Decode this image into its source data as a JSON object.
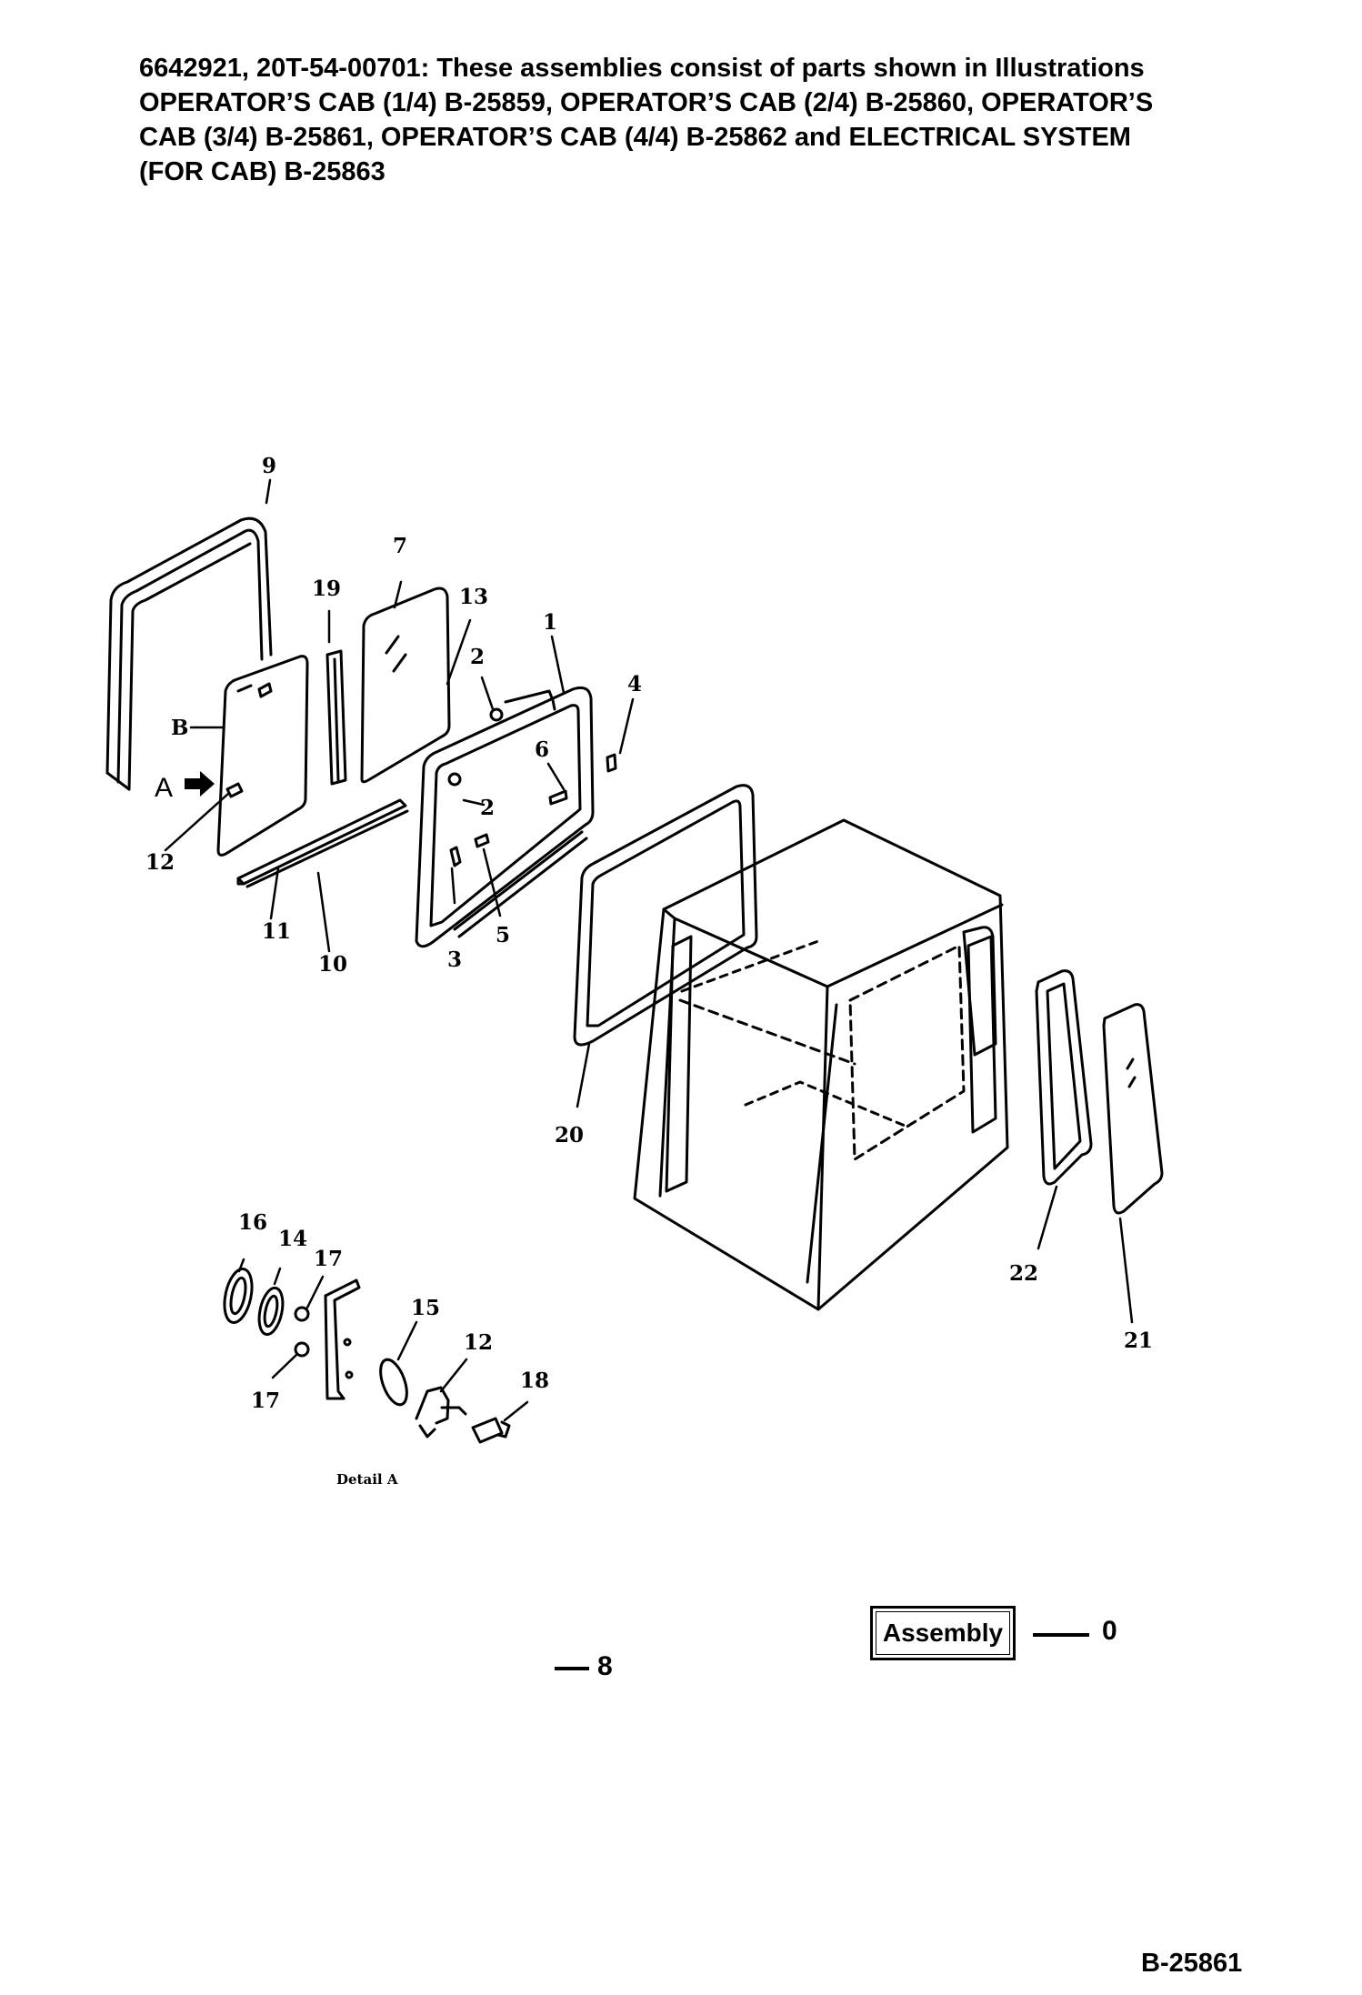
{
  "header": {
    "line1": "6642921, 20T-54-00701: These assemblies consist of parts shown in Illustrations",
    "line2": "OPERATOR’S CAB (1/4) B-25859, OPERATOR’S CAB (2/4) B-25860, OPERATOR’S",
    "line3": "CAB (3/4) B-25861, OPERATOR’S CAB (4/4) B-25862 and ELECTRICAL SYSTEM",
    "line4": "(FOR CAB) B-25863"
  },
  "callouts": {
    "c1": "1",
    "c2a": "2",
    "c2b": "2",
    "c3": "3",
    "c4": "4",
    "c5": "5",
    "c6": "6",
    "c7": "7",
    "c9": "9",
    "c10": "10",
    "c11": "11",
    "c12a": "12",
    "c12b": "12",
    "c13": "13",
    "c14": "14",
    "c15": "15",
    "c16": "16",
    "c17a": "17",
    "c17b": "17",
    "c18": "18",
    "c19": "19",
    "c20": "20",
    "c21": "21",
    "c22": "22",
    "view_b": "B",
    "view_a": "A"
  },
  "detail_label": "Detail A",
  "assembly": {
    "label": "Assembly",
    "code": "0"
  },
  "page_number": "8",
  "figure_code": "B-25861"
}
